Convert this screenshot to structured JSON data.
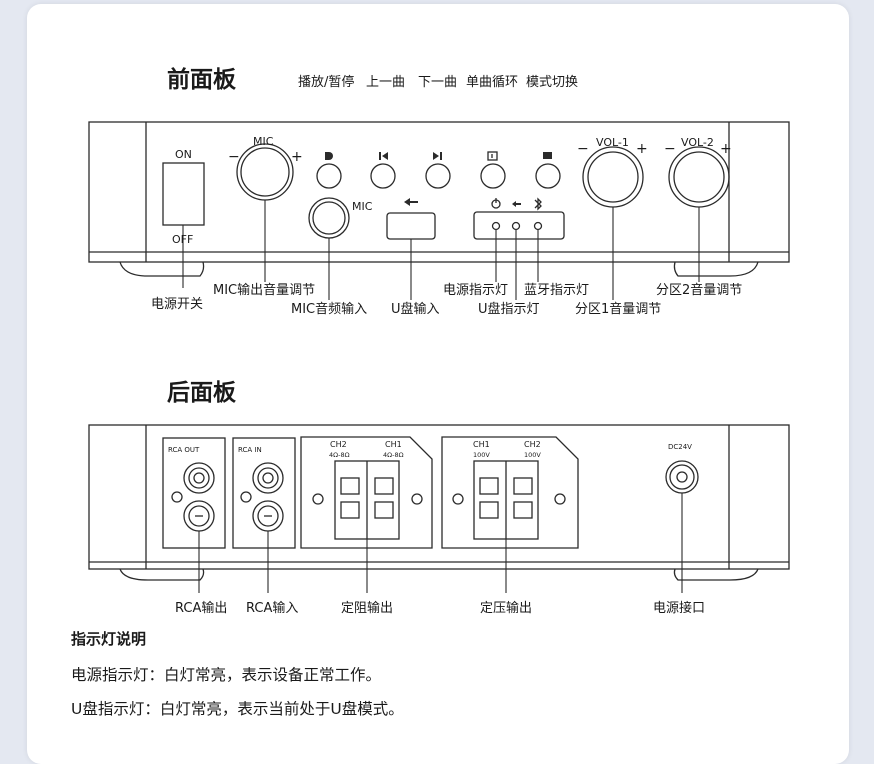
{
  "front": {
    "title": "前面板",
    "on": "ON",
    "off": "OFF",
    "mic": "MIC",
    "mic2": "MIC",
    "vol1": "VOL-1",
    "vol2": "VOL-2",
    "minus": "−",
    "plus": "+",
    "callouts": {
      "play_pause": "播放/暂停",
      "prev": "上一曲",
      "next": "下一曲",
      "single_loop": "单曲循环",
      "mode_switch": "模式切换",
      "mic_volume": "MIC输出音量调节",
      "mic_input": "MIC音频输入",
      "usb_input": "U盘输入",
      "power_indicator": "电源指示灯",
      "usb_indicator": "U盘指示灯",
      "bt_indicator": "蓝牙指示灯",
      "zone1": "分区1音量调节",
      "zone2": "分区2音量调节",
      "power_switch": "电源开关"
    }
  },
  "rear": {
    "title": "后面板",
    "rca_out": "RCA OUT",
    "rca_in": "RCA IN",
    "ch2a": "CH2",
    "ch1a": "CH1",
    "ohm_a": "4Ω-8Ω",
    "ohm_b": "4Ω-8Ω",
    "ch1b": "CH1",
    "ch2b": "CH2",
    "v_a": "100V",
    "v_b": "100V",
    "dc": "DC24V",
    "callouts": {
      "rca_output": "RCA输出",
      "rca_input": "RCA输入",
      "fixed_impedance": "定阻输出",
      "fixed_voltage": "定压输出",
      "power_port": "电源接口"
    }
  },
  "notes": {
    "heading": "指示灯说明",
    "lines": [
      "电源指示灯：白灯常亮，表示设备正常工作。",
      "U盘指示灯：白灯常亮，表示当前处于U盘模式。"
    ]
  },
  "colors": {
    "line": "#2b2b2b",
    "panel": "#ffffff",
    "page_bg": "#e4e8f1"
  }
}
